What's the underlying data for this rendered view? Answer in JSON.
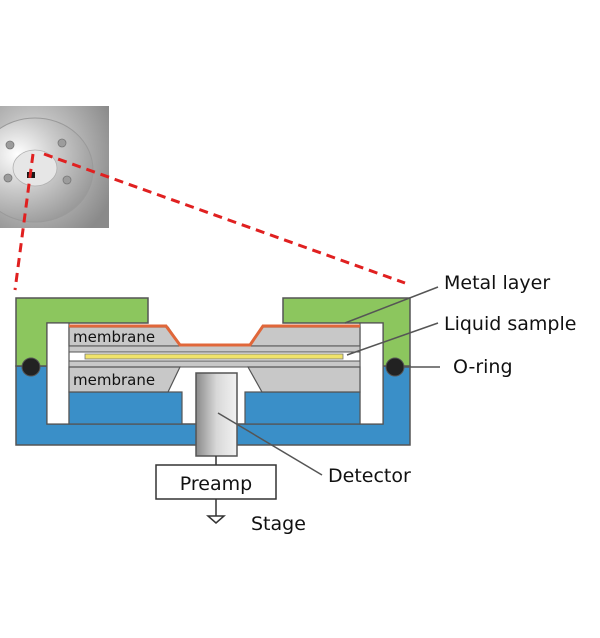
{
  "figure": {
    "photo": {
      "description": "photo of metal sample cell"
    },
    "components": {
      "upper_membrane": "membrane",
      "lower_membrane": "membrane",
      "preamp": "Preamp"
    },
    "labels": {
      "metal_layer": "Metal layer",
      "liquid_sample": "Liquid sample",
      "o_ring": "O-ring",
      "detector": "Detector",
      "stage": "Stage"
    },
    "colors": {
      "holder_top": "#8cc65e",
      "holder_bottom": "#3a8fc8",
      "membrane": "#c8c8c8",
      "metal_layer": "#e0673a",
      "liquid": "#f0e36a",
      "o_ring": "#222222",
      "zoom_line": "#e02020",
      "outline": "#555555"
    }
  }
}
